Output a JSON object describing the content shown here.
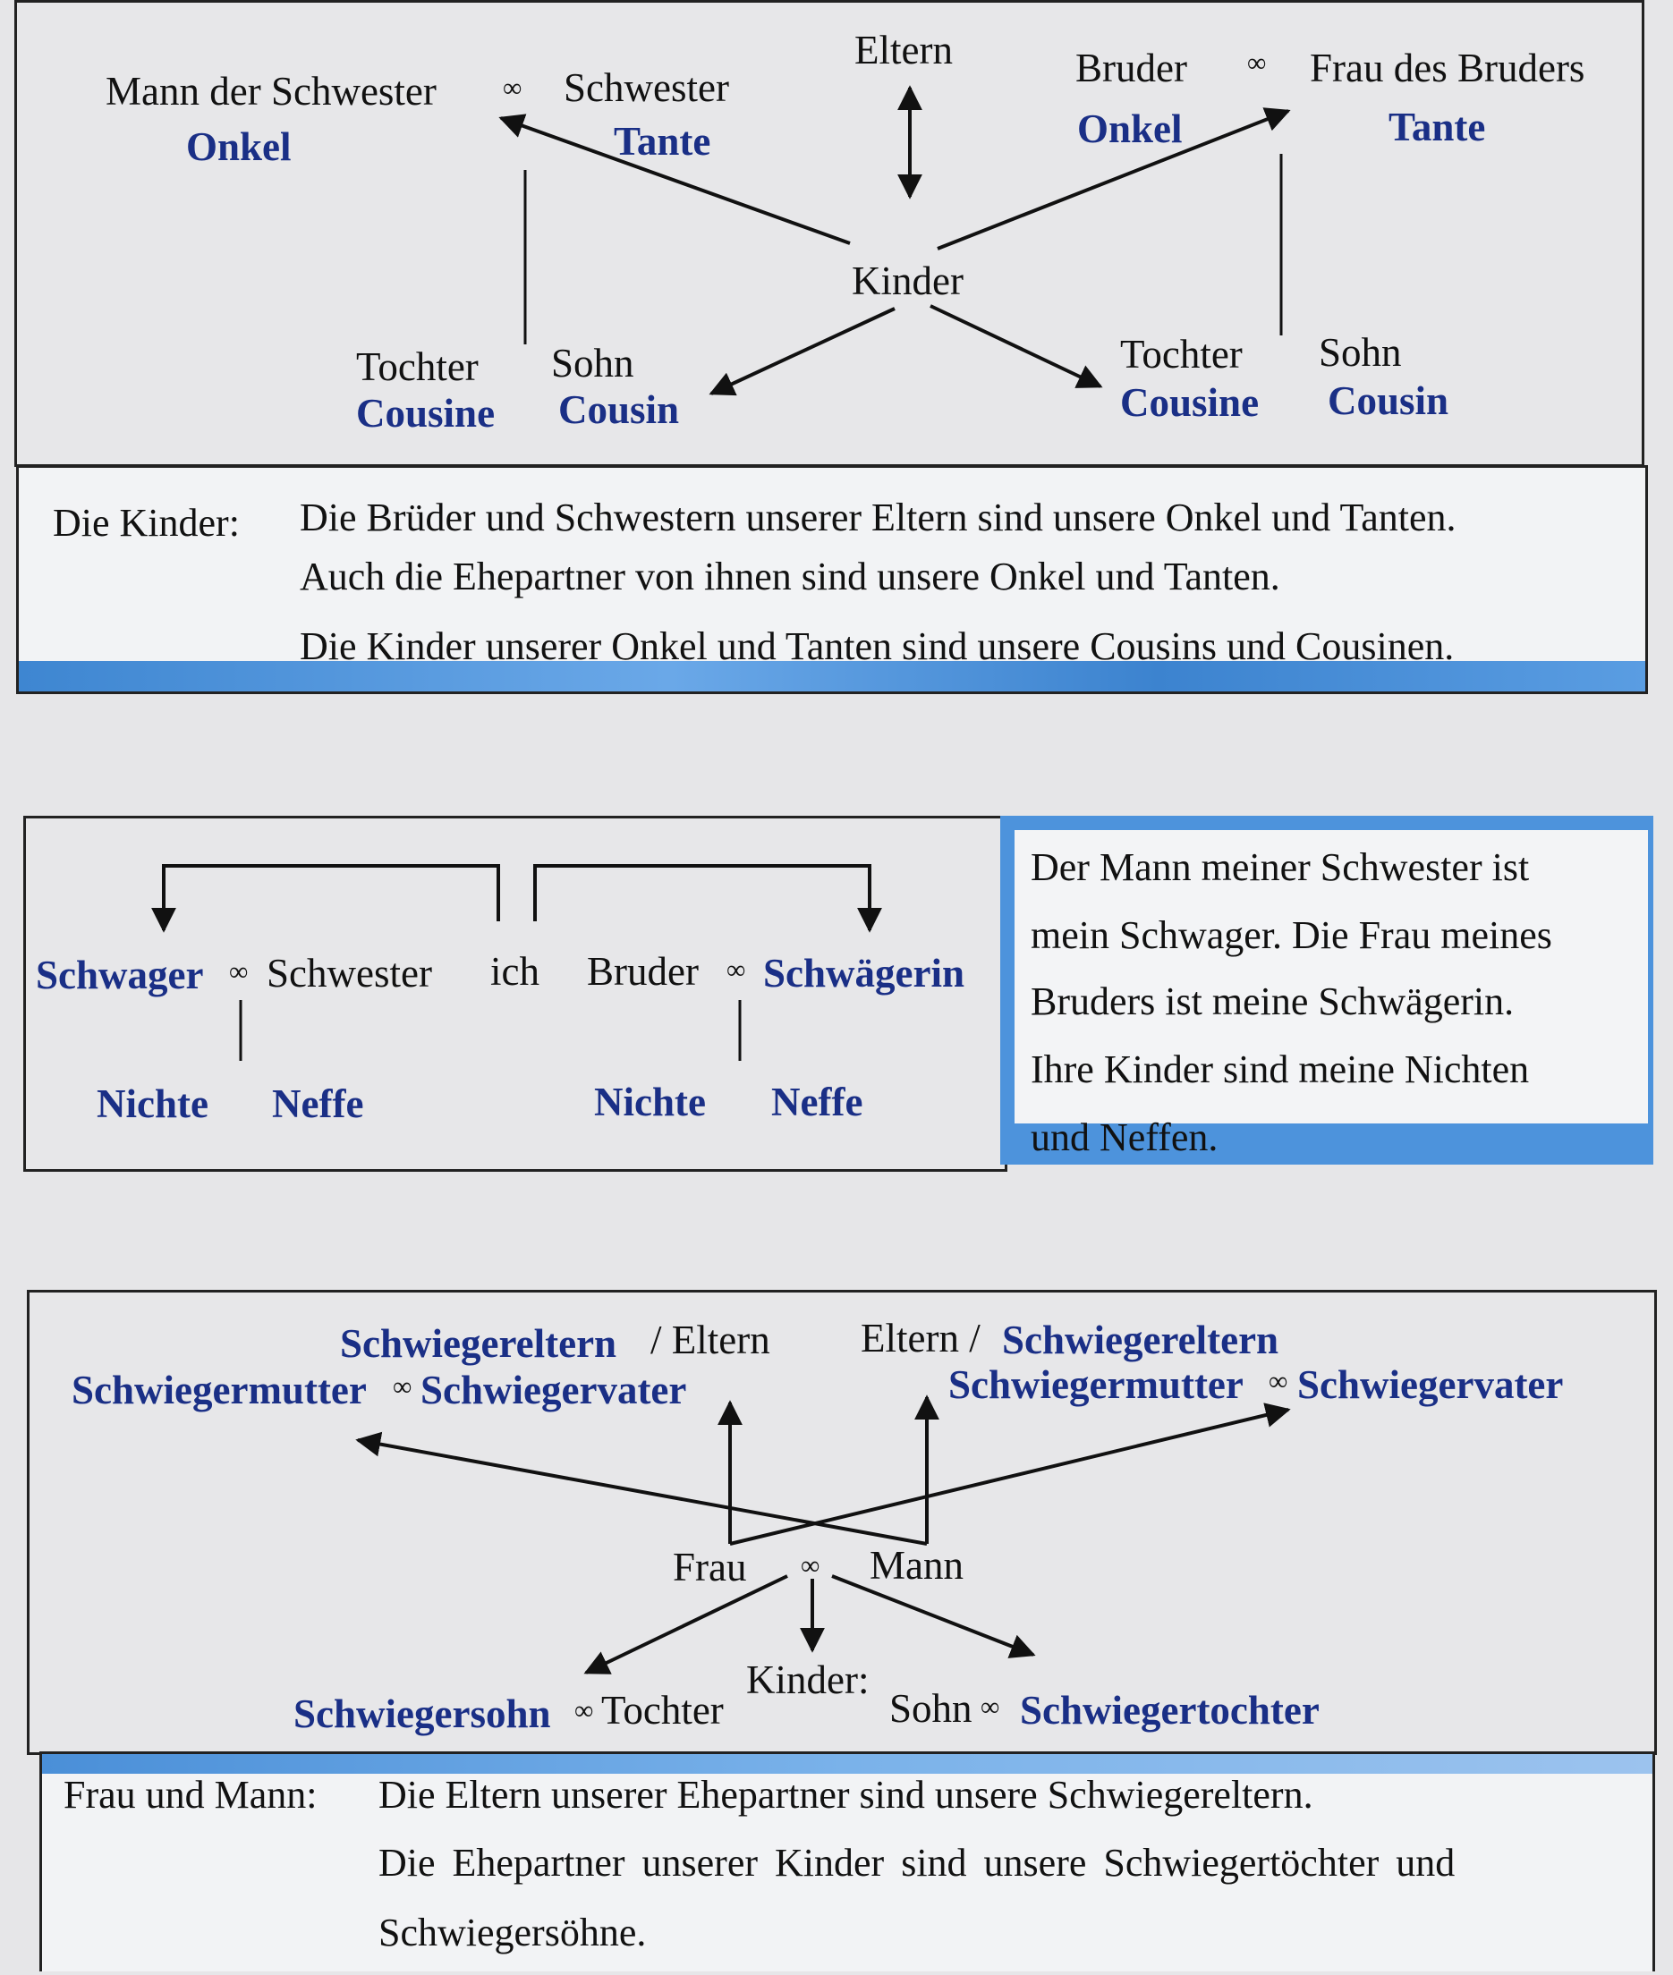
{
  "sym": "∞",
  "p1": {
    "mann_der_schwester": "Mann der Schwester",
    "onkel": "Onkel",
    "schwester": "Schwester",
    "tante": "Tante",
    "eltern": "Eltern",
    "bruder": "Bruder",
    "frau_des_bruders": "Frau des Bruders",
    "kinder": "Kinder",
    "tochter": "Tochter",
    "cousine": "Cousine",
    "sohn": "Sohn",
    "cousin": "Cousin"
  },
  "note1": {
    "label": "Die Kinder:",
    "lines": [
      "Die Brüder und Schwestern unserer Eltern sind unsere Onkel und Tanten.",
      "Auch die Ehepartner von ihnen sind unsere Onkel und Tanten.",
      "Die Kinder unserer Onkel und Tanten sind unsere Cousins und Cousinen."
    ]
  },
  "p2": {
    "schwager": "Schwager",
    "schwester": "Schwester",
    "ich": "ich",
    "bruder": "Bruder",
    "schwaegerin": "Schwägerin",
    "nichte": "Nichte",
    "neffe": "Neffe"
  },
  "note2": {
    "lines": [
      "Der Mann meiner Schwester ist",
      "mein Schwager. Die Frau meines",
      "Bruders ist meine Schwägerin.",
      "Ihre Kinder sind meine Nichten",
      "und Neffen."
    ]
  },
  "p3": {
    "schwiegereltern": "Schwiegereltern",
    "eltern_suffix": "/ Eltern",
    "eltern_prefix": "Eltern /",
    "schwiegermutter": "Schwiegermutter",
    "schwiegervater": "Schwiegervater",
    "frau": "Frau",
    "mann": "Mann",
    "kinder": "Kinder:",
    "schwiegersohn": "Schwiegersohn",
    "tochter": "Tochter",
    "sohn": "Sohn",
    "schwiegertochter": "Schwiegertochter"
  },
  "note3": {
    "label": "Frau und Mann:",
    "lines": [
      "Die Eltern unserer Ehepartner sind unsere Schwiegereltern.",
      "Die Ehepartner unserer Kinder sind unsere Schwiegertöchter und",
      "Schwiegersöhne."
    ]
  },
  "colors": {
    "accent_blue": "#1a2f86",
    "highlight_blue": "#4d93dc"
  }
}
